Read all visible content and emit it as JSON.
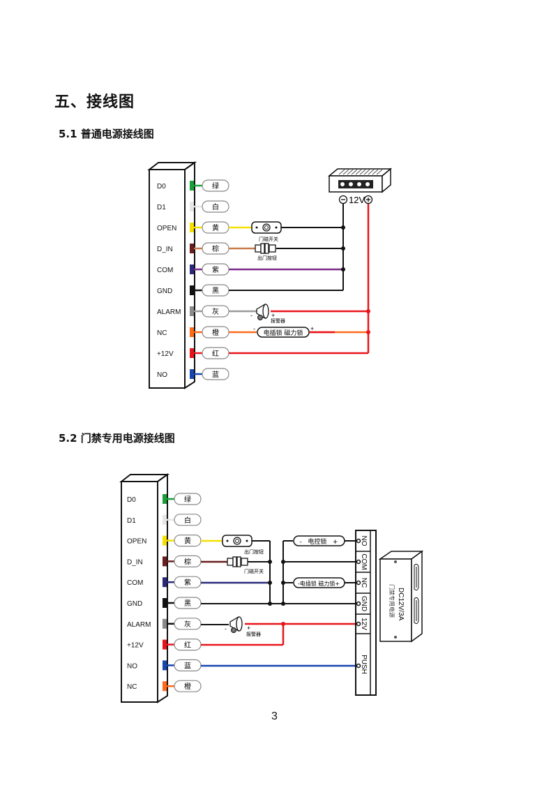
{
  "section_title": "五、接线图",
  "diagram1": {
    "title": "5.1 普通电源接线图",
    "pins": [
      {
        "label": "D0",
        "wire_color_name": "绿",
        "color": "#1aa03a"
      },
      {
        "label": "D1",
        "wire_color_name": "白",
        "color": "#e6e6e6"
      },
      {
        "label": "OPEN",
        "wire_color_name": "黄",
        "color": "#f5e000"
      },
      {
        "label": "D_IN",
        "wire_color_name": "棕",
        "color": "#c87a4a"
      },
      {
        "label": "COM",
        "wire_color_name": "紫",
        "color": "#7a2a8a"
      },
      {
        "label": "GND",
        "wire_color_name": "黑",
        "color": "#111111"
      },
      {
        "label": "ALARM",
        "wire_color_name": "灰",
        "color": "#9a9a9a"
      },
      {
        "label": "NC",
        "wire_color_name": "橙",
        "color": "#ff6a1a"
      },
      {
        "label": "+12V",
        "wire_color_name": "红",
        "color": "#e8141c"
      },
      {
        "label": "NO",
        "wire_color_name": "蓝",
        "color": "#1646b0"
      }
    ],
    "pin_block_colors": [
      "#1aa03a",
      "#e6e6e6",
      "#f5e000",
      "#6a1e1e",
      "#2a2a7a",
      "#111111",
      "#8a8a8a",
      "#ff6a1a",
      "#e8141c",
      "#1646b0"
    ],
    "power_supply": {
      "label": "12V",
      "minus": "−",
      "plus": "+"
    },
    "components": {
      "door_sensor": "门磁开关",
      "exit_button": "出门按钮",
      "alarm": "报警器",
      "lock": "电插锁 磁力锁",
      "minus": "-",
      "plus": "+"
    }
  },
  "diagram2": {
    "title": "5.2 门禁专用电源接线图",
    "pins": [
      {
        "label": "D0",
        "wire_color_name": "绿",
        "color": "#1aa03a"
      },
      {
        "label": "D1",
        "wire_color_name": "白",
        "color": "#e6e6e6"
      },
      {
        "label": "OPEN",
        "wire_color_name": "黄",
        "color": "#f5e000"
      },
      {
        "label": "D_IN",
        "wire_color_name": "棕",
        "color": "#6a1e1e"
      },
      {
        "label": "COM",
        "wire_color_name": "紫",
        "color": "#2a2a7a"
      },
      {
        "label": "GND",
        "wire_color_name": "黑",
        "color": "#111111"
      },
      {
        "label": "ALARM",
        "wire_color_name": "灰",
        "color": "#111111"
      },
      {
        "label": "+12V",
        "wire_color_name": "红",
        "color": "#e8141c"
      },
      {
        "label": "NO",
        "wire_color_name": "蓝",
        "color": "#1646b0"
      },
      {
        "label": "NC",
        "wire_color_name": "橙",
        "color": "#ff6a1a"
      }
    ],
    "pin_block_colors": [
      "#1aa03a",
      "#e6e6e6",
      "#f5e000",
      "#6a1e1e",
      "#2a2a7a",
      "#111111",
      "#8a8a8a",
      "#e8141c",
      "#1646b0",
      "#ff6a1a"
    ],
    "components": {
      "exit_button": "出门按钮",
      "door_sensor": "门磁开关",
      "alarm": "报警器",
      "electric_lock": "-   电控锁   +",
      "lock": "-电插锁 磁力锁+",
      "minus": "-",
      "plus": "+"
    },
    "terminal_block": [
      "NO",
      "COM",
      "NC",
      "GND",
      "12V",
      "PUSH"
    ],
    "power_supply": {
      "model": "DC12V/3A",
      "name": "门禁专用电源"
    }
  },
  "page_number": "3"
}
